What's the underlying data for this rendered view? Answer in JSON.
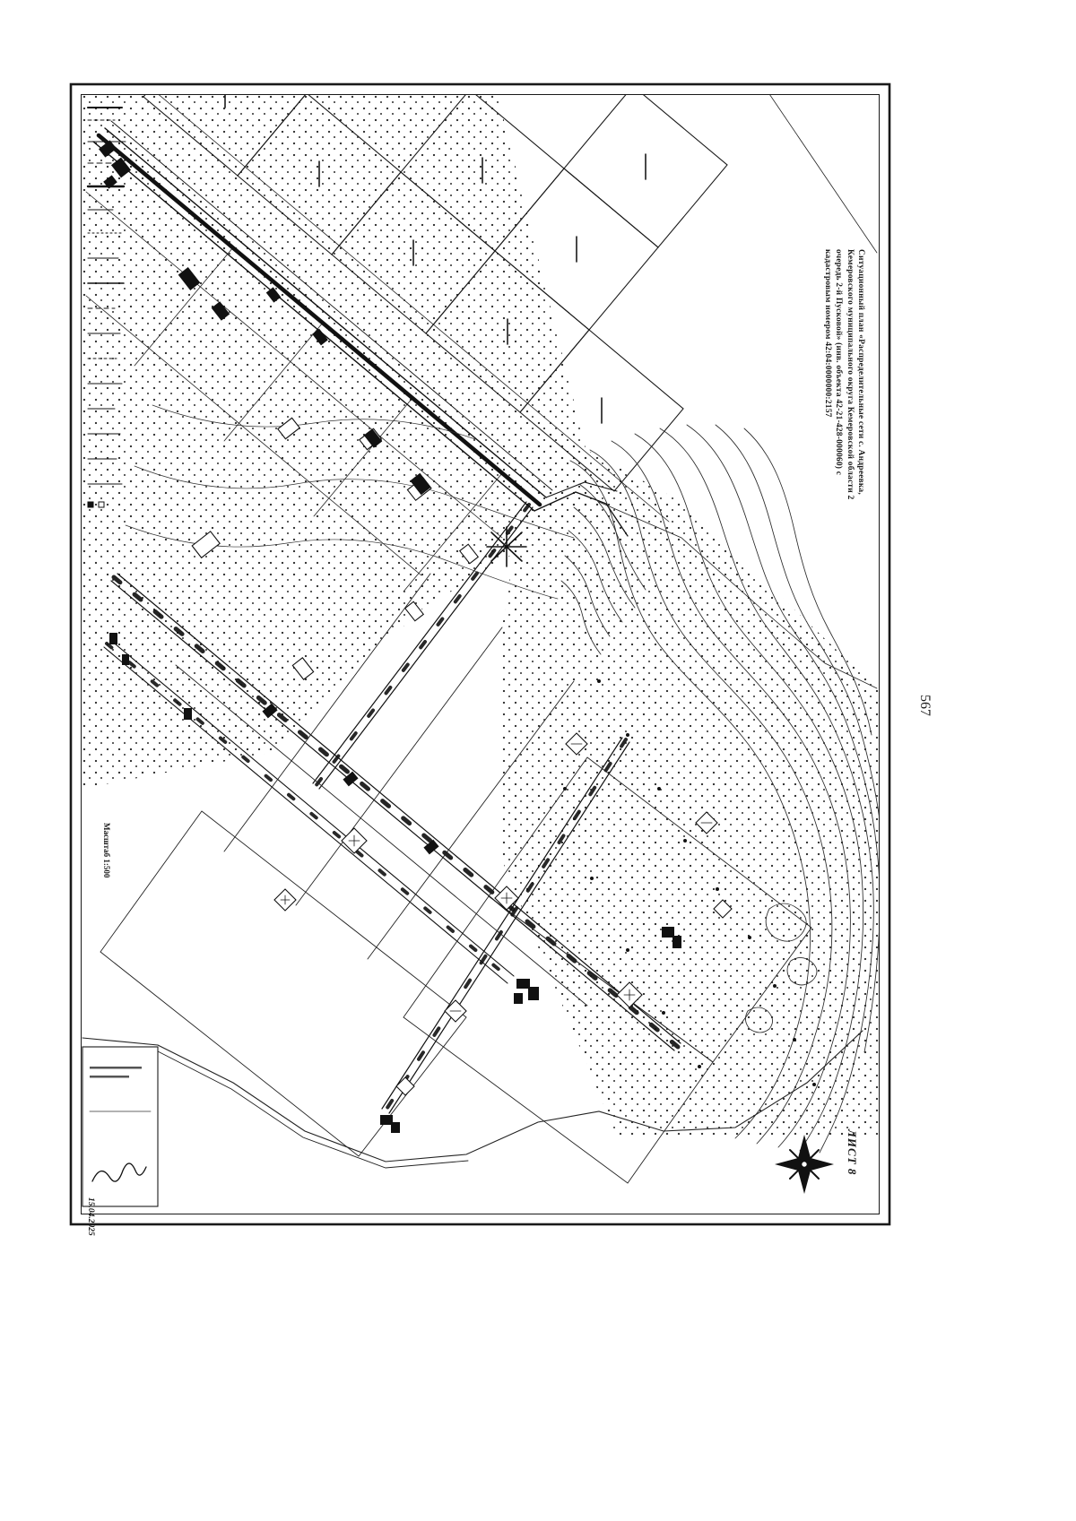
{
  "page": {
    "number": "567"
  },
  "drawing": {
    "title": "Ситуационный план «Распределительные сети с. Андреевка, Кемеровского муниципального округа Кемеровской области 2 очередь 2-й Пусковой» (инв. объекта 42-21-428-000060) с кадастровым номером 42:04:0000000:2157",
    "sheet_label": "ЛИСТ 8",
    "scale_label": "Масштаб 1:500",
    "date_label": "15.04.2025"
  },
  "colors": {
    "ink": "#1a1a1a",
    "paper": "#ffffff"
  },
  "icons": {
    "compass": "compass-rose-icon"
  }
}
